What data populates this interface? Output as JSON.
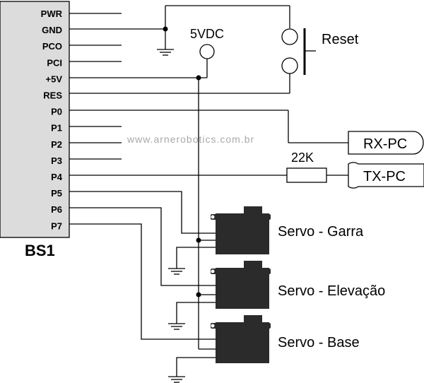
{
  "chip": {
    "name": "BS1",
    "pins": [
      "PWR",
      "GND",
      "PCO",
      "PCI",
      "+5V",
      "RES",
      "P0",
      "P1",
      "P2",
      "P3",
      "P4",
      "P5",
      "P6",
      "P7"
    ]
  },
  "supply": {
    "label": "5VDC"
  },
  "reset": {
    "label": "Reset"
  },
  "resistor": {
    "label": "22K"
  },
  "connectors": {
    "rx": "RX-PC",
    "tx": "TX-PC"
  },
  "servos": [
    "Servo - Garra",
    "Servo - Elevação",
    "Servo - Base"
  ],
  "watermark": "www.arnerobotics.com.br",
  "colors": {
    "chip_fill": "#dcdcdc",
    "servo_fill": "#2b2b2b",
    "watermark": "#a9a9a9"
  }
}
